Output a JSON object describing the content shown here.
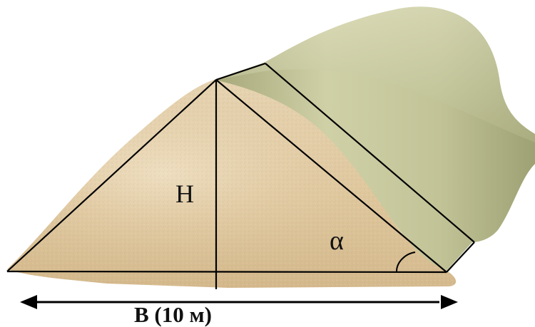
{
  "labels": {
    "height": "H",
    "angle": "α",
    "base": "B (10 м)"
  },
  "colors": {
    "sand_light": "#e8d4b0",
    "sand_mid": "#d9be8f",
    "sand_dark": "#c9a874",
    "slope_light": "#d3d4ab",
    "slope_mid": "#b7b98a",
    "slope_dark": "#8f9468",
    "lines": "#000000"
  }
}
